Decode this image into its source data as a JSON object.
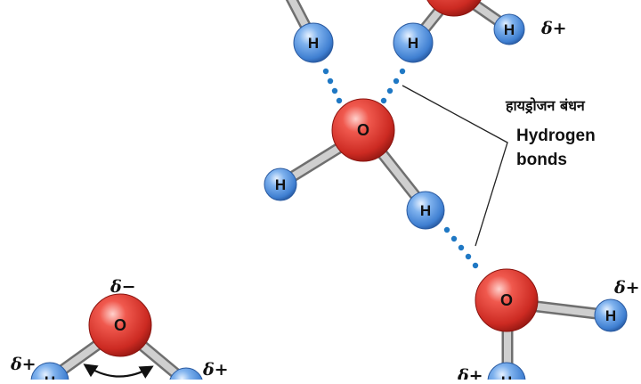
{
  "atoms": {
    "oxygen": "O",
    "hydrogen": "H"
  },
  "charges": {
    "delta_minus": "δ−",
    "delta_plus": "δ+"
  },
  "callout": {
    "hindi": "हायड्रोजन बंधन",
    "english_line1": "Hydrogen",
    "english_line2": "bonds"
  },
  "colors": {
    "oxygen": "#d9322a",
    "hydrogen": "#4f8fdc",
    "bond": "#b8b8b8",
    "hydrogen_bond_dots": "#1f78c4"
  }
}
